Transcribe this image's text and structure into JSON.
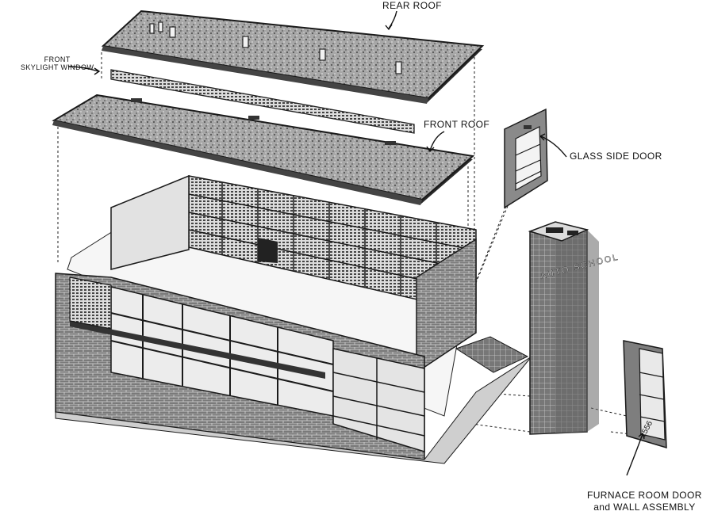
{
  "labels": {
    "rear_roof": "REAR ROOF",
    "front_skylight_line1": "FRONT",
    "front_skylight_line2": "SKYLIGHT WINDOW",
    "front_roof": "FRONT ROOF",
    "glass_side_door": "GLASS SIDE DOOR",
    "furnace_line1": "FURNACE ROOM DOOR",
    "furnace_line2": "and WALL ASSEMBLY"
  },
  "wall_inscription": "AUTO SCHOOL",
  "door_number": "1556",
  "colors": {
    "ink": "#1a1a1a",
    "roof_fill": "#9a9a9a",
    "brick": "#6a6a6a",
    "glass": "#e6e6e6",
    "floor": "#f4f4f4"
  }
}
